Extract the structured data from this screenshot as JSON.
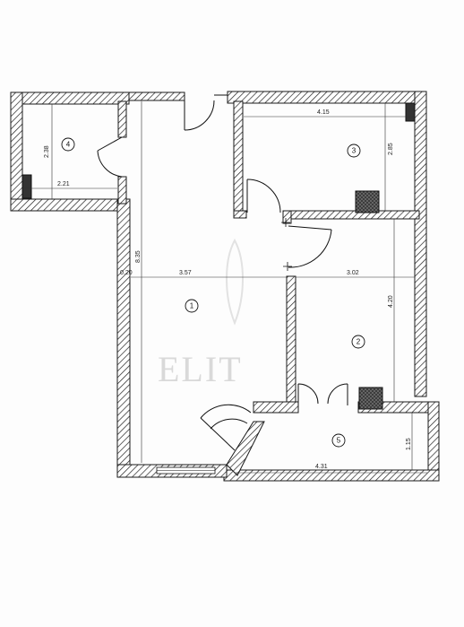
{
  "watermark": "ELIT",
  "rooms": [
    {
      "id": "1",
      "label": "1"
    },
    {
      "id": "2",
      "label": "2"
    },
    {
      "id": "3",
      "label": "3"
    },
    {
      "id": "4",
      "label": "4"
    },
    {
      "id": "5",
      "label": "5"
    }
  ],
  "dimensions": {
    "room4_height": "2.38",
    "room4_width": "2.21",
    "room3_width": "4.15",
    "room3_height": "2.85",
    "living_length": "8.35",
    "living_width": "3.57",
    "room2_width": "3.02",
    "room2_height": "4.20",
    "left_small": "0.20",
    "balcony_width": "4.31",
    "balcony_depth": "1.15"
  }
}
